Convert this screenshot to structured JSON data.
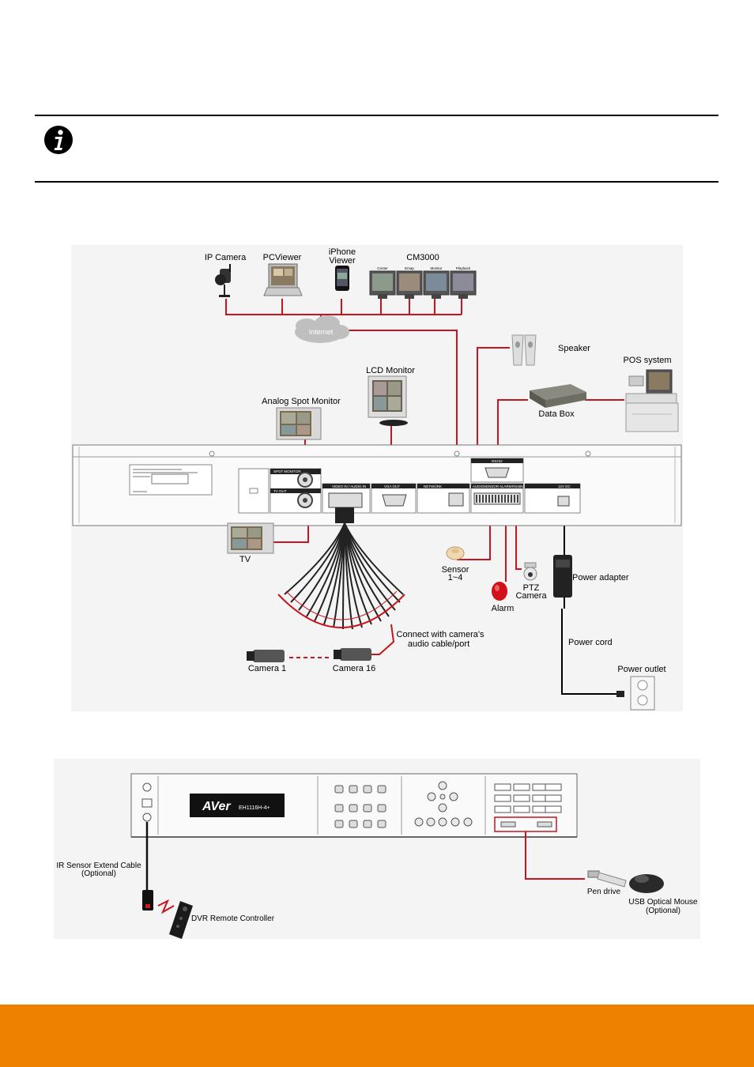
{
  "diagram_top": {
    "labels": {
      "ip_camera": "IP Camera",
      "pcviewer": "PCViewer",
      "iphone_viewer": [
        "iPhone",
        "Viewer"
      ],
      "cm3000": "CM3000",
      "cm3000_screens": [
        "Center",
        "Emap",
        "Monitor",
        "Playback"
      ],
      "internet": "Internet",
      "speaker": "Speaker",
      "pos_system": "POS system",
      "lcd_monitor": "LCD Monitor",
      "analog_spot_monitor": "Analog Spot Monitor",
      "data_box": "Data Box",
      "tv": "TV",
      "sensor": [
        "Sensor",
        "1~4"
      ],
      "alarm": "Alarm",
      "ptz_camera": [
        "PTZ",
        "Camera"
      ],
      "power_adapter": "Power adapter",
      "power_cord": "Power cord",
      "power_outlet": "Power outlet",
      "connect_audio": [
        "Connect with camera's",
        "audio cable/port"
      ],
      "camera1": "Camera 1",
      "camera16": "Camera 16"
    },
    "panel_labels": {
      "spot_monitor": "SPOT MONITOR",
      "tv_out": "TV OUT",
      "video_audio_in": "VIDEO IN / AUDIO IN",
      "vga_out": "VGA OUT",
      "network": "NETWORK",
      "rs232": "RS232",
      "audio": "AUDIO",
      "sensor": "SENSOR",
      "alarm": "ALARM",
      "rs485": "RS485",
      "dc": "12V DC"
    }
  },
  "diagram_bottom": {
    "brand": "AVer",
    "model": "EH1116H-4+",
    "labels": {
      "ir_sensor": [
        "IR Sensor Extend Cable",
        "(Optional)"
      ],
      "remote": "DVR Remote Controller",
      "pen_drive": "Pen drive",
      "usb_mouse": [
        "USB Optical Mouse",
        "(Optional)"
      ]
    }
  },
  "colors": {
    "connector": "#c8141e",
    "footer": "#ee8200",
    "figure_bg": "#f4f4f4"
  }
}
